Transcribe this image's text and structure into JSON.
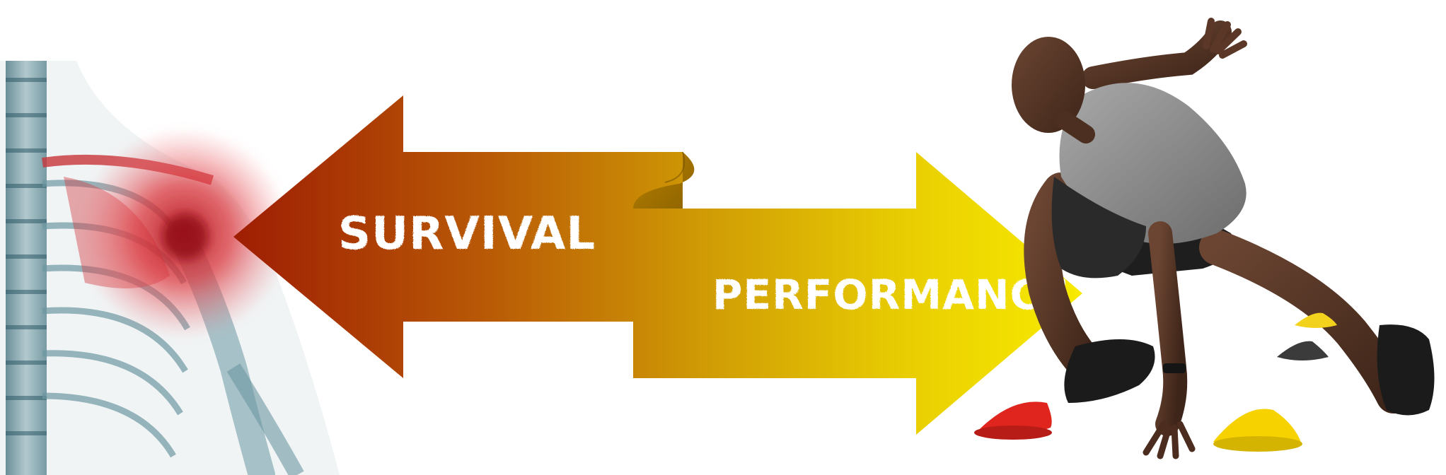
{
  "banner": {
    "left_label": "SURVIVAL",
    "right_label": "PERFORMANCE"
  },
  "colors": {
    "arrow_dark_red": "#a52804",
    "arrow_orange": "#c27a06",
    "arrow_yellow": "#f2e400",
    "xray_blue": "#5f8b96",
    "xray_red": "#d8323a",
    "athlete_shirt": "#8a8a8a",
    "cone_red": "#e0251e",
    "cone_yellow": "#f6d200",
    "cone_gray": "#3b3b3b"
  },
  "images": {
    "left_figure": "shoulder-xray-illustration",
    "right_figure": "athlete-crouching-photo"
  }
}
